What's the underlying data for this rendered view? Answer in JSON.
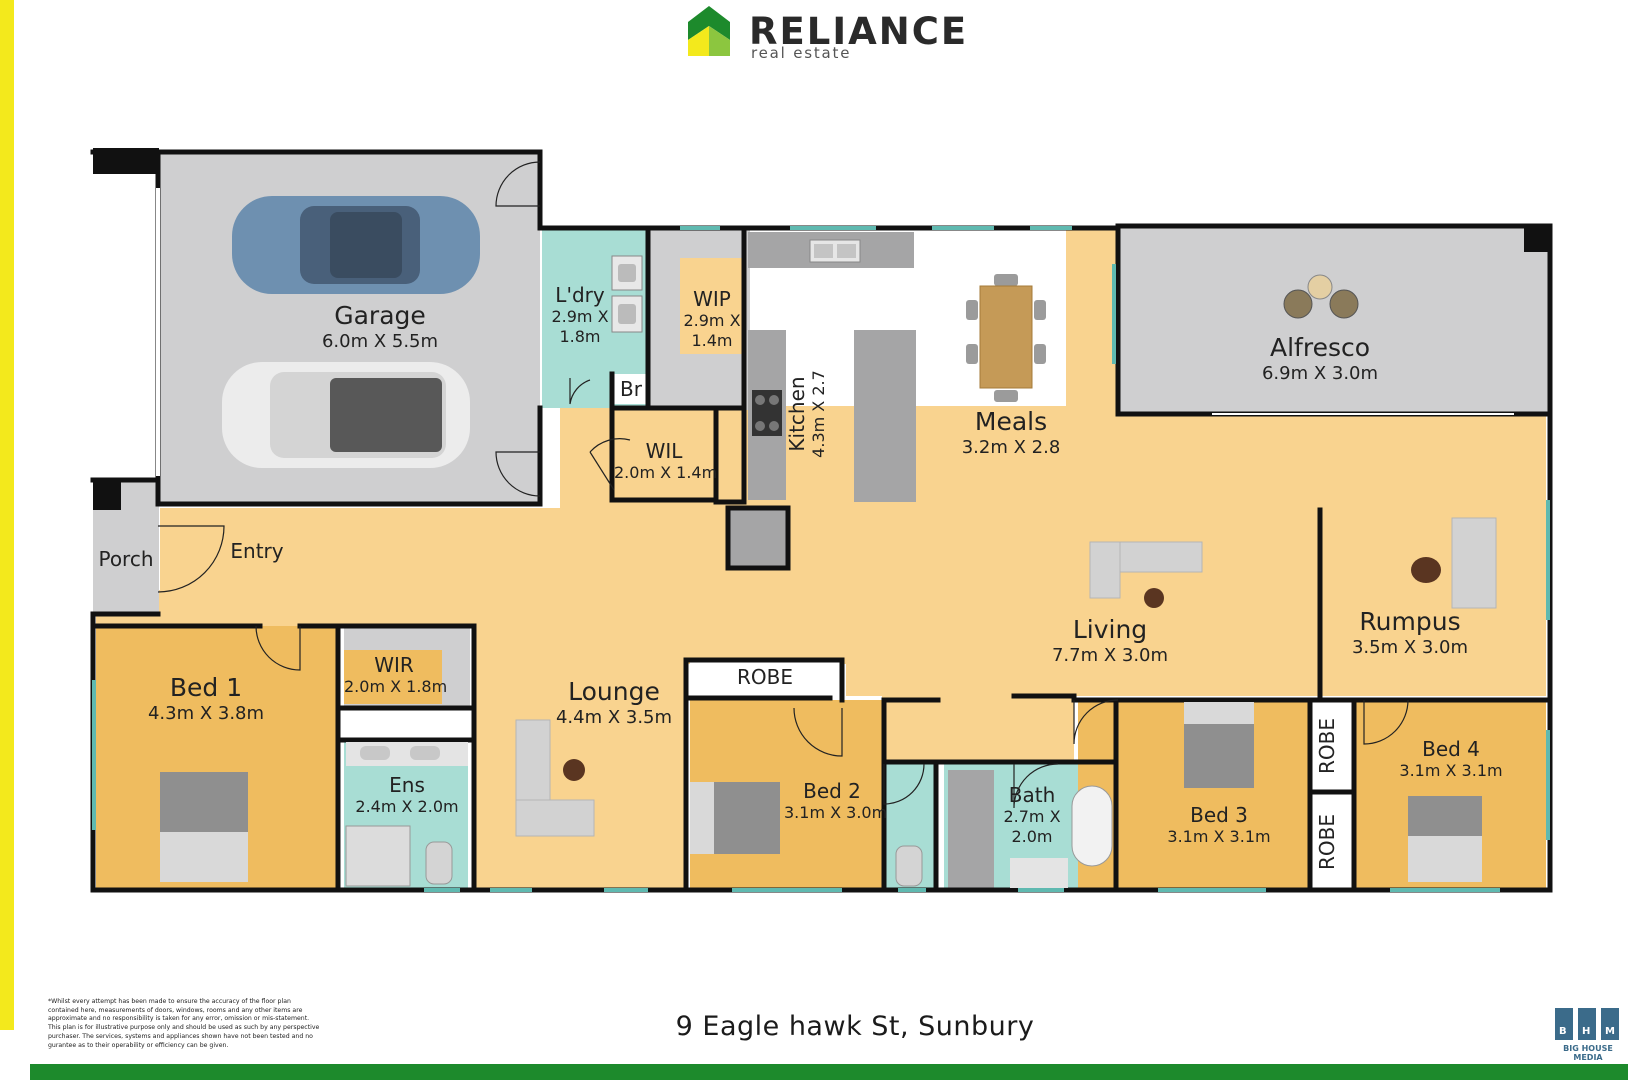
{
  "brand": {
    "name": "RELIANCE",
    "tagline": "real estate"
  },
  "address": "9 Eagle hawk St, Sunbury",
  "credit": "BIG HOUSE MEDIA",
  "credit_letters": [
    "B",
    "H",
    "M"
  ],
  "disclaimer": "*Whilst every attempt has been made to ensure the accuracy of the floor plan contained here, measurements of doors, windows, rooms and any other items are approximate and no responsibility is taken for any error, omission or mis-statement. This plan is for illustrative purpose only and should be used as such by any perspective purchaser. The services, systems and appliances shown have not been tested and no gurantee as to their operability or efficiency can be given.",
  "colors": {
    "living_areas": "#f9d38f",
    "bedrooms": "#efbc5f",
    "wet_areas": "#a8ddd4",
    "outdoor": "#cfcfd0",
    "walls": "#111111",
    "accent_bar": "#f3e91c",
    "footer_bar": "#1d8a2c"
  },
  "rooms": {
    "garage": {
      "name": "Garage",
      "dim": "6.0m X 5.5m"
    },
    "laundry": {
      "name": "L'dry",
      "dim1": "2.9m X",
      "dim2": "1.8m"
    },
    "br": {
      "name": "Br"
    },
    "wip": {
      "name": "WIP",
      "dim1": "2.9m X",
      "dim2": "1.4m"
    },
    "wil": {
      "name": "WIL",
      "dim": "2.0m X 1.4m"
    },
    "kitchen": {
      "name": "Kitchen",
      "dim": "4.3m X 2.7"
    },
    "meals": {
      "name": "Meals",
      "dim": "3.2m X 2.8"
    },
    "alfresco": {
      "name": "Alfresco",
      "dim": "6.9m X 3.0m"
    },
    "porch": {
      "name": "Porch"
    },
    "entry": {
      "name": "Entry"
    },
    "living": {
      "name": "Living",
      "dim": "7.7m X 3.0m"
    },
    "rumpus": {
      "name": "Rumpus",
      "dim": "3.5m X 3.0m"
    },
    "bed1": {
      "name": "Bed 1",
      "dim": "4.3m X 3.8m"
    },
    "wir": {
      "name": "WIR",
      "dim": "2.0m X 1.8m"
    },
    "ens": {
      "name": "Ens",
      "dim": "2.4m X 2.0m"
    },
    "lounge": {
      "name": "Lounge",
      "dim": "4.4m X 3.5m"
    },
    "robe1": {
      "name": "ROBE"
    },
    "bed2": {
      "name": "Bed 2",
      "dim": "3.1m X 3.0m"
    },
    "bath": {
      "name": "Bath",
      "dim1": "2.7m X",
      "dim2": "2.0m"
    },
    "bed3": {
      "name": "Bed 3",
      "dim": "3.1m X 3.1m"
    },
    "robe2": {
      "name": "ROBE"
    },
    "robe3": {
      "name": "ROBE"
    },
    "bed4": {
      "name": "Bed 4",
      "dim": "3.1m X 3.1m"
    }
  }
}
